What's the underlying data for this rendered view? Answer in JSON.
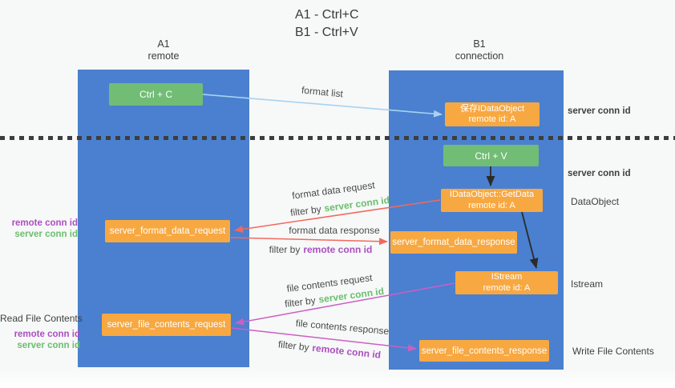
{
  "title": {
    "line1": "A1 - Ctrl+C",
    "line2": "B1 - Ctrl+V"
  },
  "columns": {
    "a1": {
      "name": "A1",
      "subtitle": "remote"
    },
    "b1": {
      "name": "B1",
      "subtitle": "connection"
    }
  },
  "nodes": {
    "ctrl_c": {
      "label": "Ctrl + C"
    },
    "ctrl_v": {
      "label": "Ctrl + V"
    },
    "save_idataobject": {
      "line1": "保存IDataObject",
      "line2": "remote id: A"
    },
    "getdata": {
      "line1": "IDataObject::GetData",
      "line2": "remote id: A"
    },
    "istream": {
      "line1": "IStream",
      "line2": "remote id: A"
    },
    "format_request": {
      "label": "server_format_data_request"
    },
    "format_response": {
      "label": "server_format_data_response"
    },
    "file_request": {
      "label": "server_file_contents_request"
    },
    "file_response": {
      "label": "server_file_contents_response"
    }
  },
  "edge_labels": {
    "format_list": "format list",
    "format_data_request": "format data request",
    "format_data_response": "format data response",
    "file_contents_request": "file contents request",
    "file_contents_response": "file contents response",
    "filter_by": "filter by",
    "server_conn_id": "server conn id",
    "remote_conn_id": "remote conn id"
  },
  "side_labels": {
    "server_conn_id": "server conn id",
    "remote_conn_id": "remote conn id",
    "dataobject": "DataObject",
    "istream": "Istream",
    "read_file_contents": "Read File Contents",
    "write_file_contents": "Write File Contents"
  },
  "colors": {
    "lifeline_blue": "#4a80cf",
    "node_green": "#71bd75",
    "node_orange": "#f7a841",
    "arrow_light_blue": "#a8d2f0",
    "arrow_red": "#f2695f",
    "arrow_magenta": "#cb5fc4",
    "arrow_black": "#2b2b2b",
    "text_green": "#6abf6e",
    "text_purple": "#ab4fc0"
  }
}
